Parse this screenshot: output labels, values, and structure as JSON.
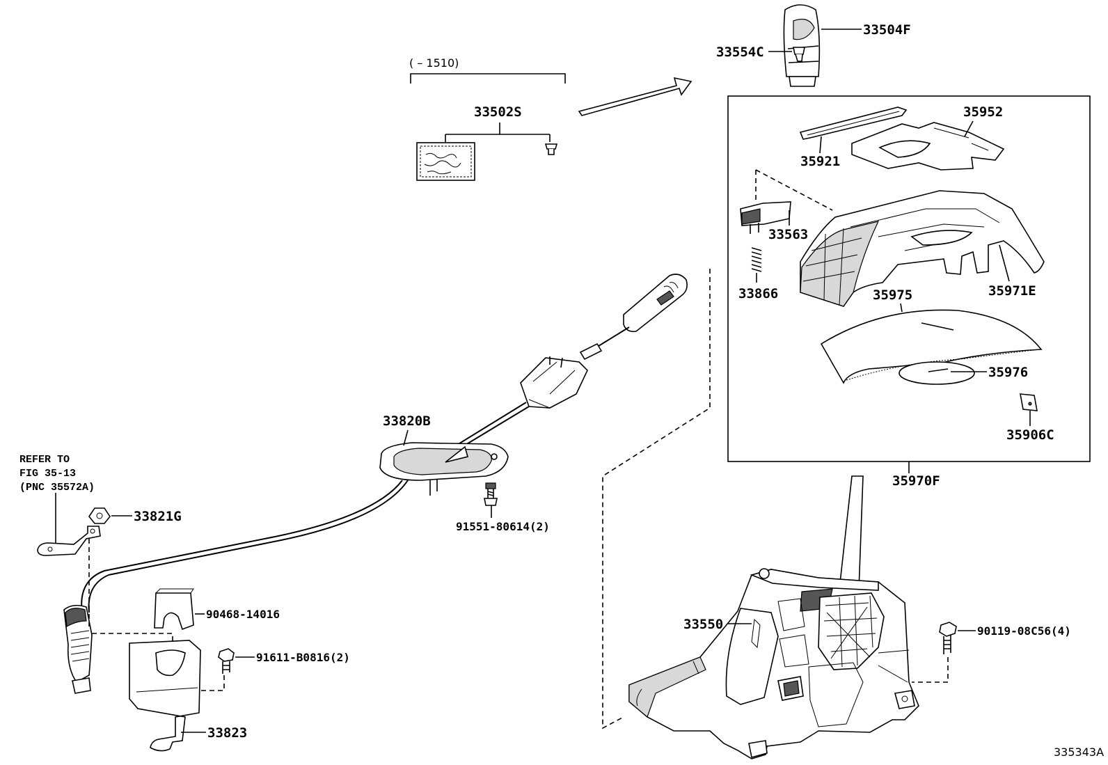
{
  "diagram": {
    "date_range_label": "(        – 1510)",
    "figure_code": "335343A",
    "note": {
      "line1": "REFER TO",
      "line2": "FIG 35-13",
      "line3": "(PNC 35572A)"
    },
    "parts": {
      "p33504F": "33504F",
      "p33554C": "33554C",
      "p33502S": "33502S",
      "p35952": "35952",
      "p35921": "35921",
      "p33563": "33563",
      "p33866": "33866",
      "p35971E": "35971E",
      "p35975": "35975",
      "p35976": "35976",
      "p35906C": "35906C",
      "p35970F": "35970F",
      "p33820B": "33820B",
      "p91551": "91551-80614(2)",
      "p33821G": "33821G",
      "p90468": "90468-14016",
      "p91611": "91611-B0816(2)",
      "p33823": "33823",
      "p33550": "33550",
      "p90119": "90119-08C56(4)"
    }
  }
}
